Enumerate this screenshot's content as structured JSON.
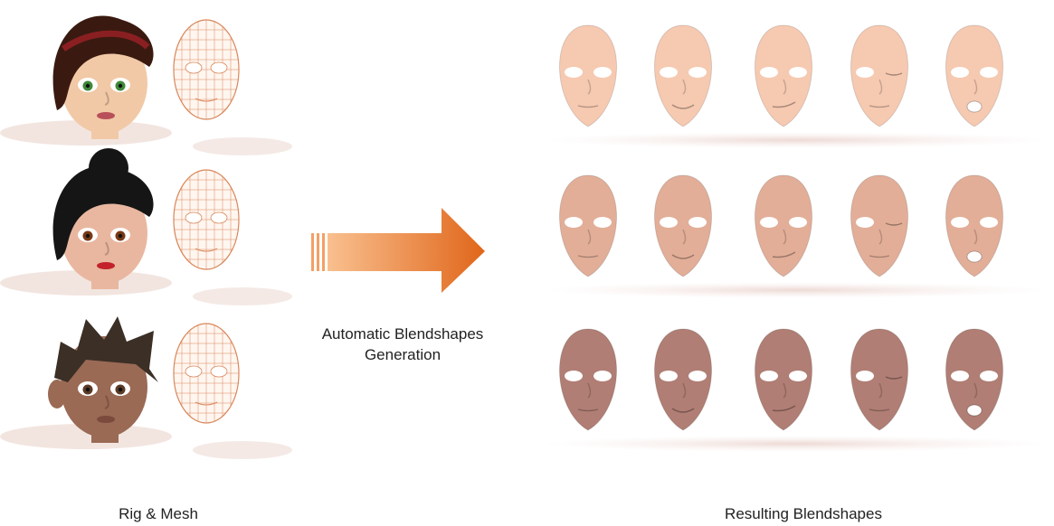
{
  "labels": {
    "left_caption": "Rig & Mesh",
    "middle_caption_line1": "Automatic Blendshapes",
    "middle_caption_line2": "Generation",
    "right_caption": "Resulting Blendshapes"
  },
  "colors": {
    "background": "#ffffff",
    "arrow_light": "#f7b37a",
    "arrow_dark": "#e06a1c",
    "wire": "#d9875a",
    "row1_skin": "#f6c9b1",
    "row2_skin": "#e2ae98",
    "row3_skin": "#b07e74",
    "shadow": "#ead3cc"
  },
  "diagram": {
    "rows": [
      {
        "character": "character-girl-red-headband",
        "blendshapes": [
          "neutral",
          "smile",
          "smirk",
          "wink",
          "mouth-open"
        ]
      },
      {
        "character": "character-girl-bun",
        "blendshapes": [
          "neutral",
          "smile",
          "smirk",
          "wink",
          "mouth-open"
        ]
      },
      {
        "character": "character-boy-spiky-hair",
        "blendshapes": [
          "neutral",
          "smile",
          "smirk",
          "wink",
          "mouth-open"
        ]
      }
    ]
  }
}
